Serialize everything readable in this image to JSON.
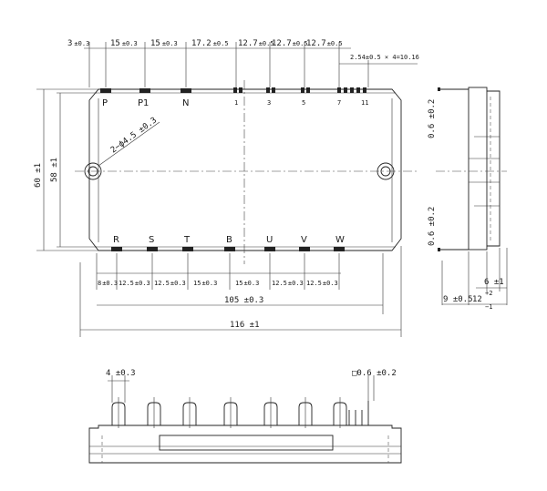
{
  "drawing": {
    "top_dims": [
      "3",
      "±0.3",
      "15",
      "±0.3",
      "15",
      "±0.3",
      "17.2",
      "±0.5",
      "12.7",
      "±0.5",
      "12.7",
      "±0.5",
      "12.7",
      "±0.5"
    ],
    "pitch_note": "2.54±0.5 × 4=10.16",
    "bottom_dims": [
      "8",
      "±0.3",
      "12.5",
      "±0.3",
      "12.5",
      "±0.3",
      "15",
      "±0.3",
      "15",
      "±0.3",
      "12.5",
      "±0.3",
      "12.5",
      "±0.3"
    ],
    "overall_105": "105 ±0.3",
    "overall_116": "116 ±1",
    "height_60": "60 ±1",
    "height_58": "58 ±1",
    "hole_note": "2−ϕ4.5 ±0.3",
    "pins_top": [
      "P",
      "P1",
      "N",
      "1",
      "3",
      "5",
      "7",
      "11"
    ],
    "pins_bottom": [
      "R",
      "S",
      "T",
      "B",
      "U",
      "V",
      "W"
    ],
    "side_top": "0.6 ±0.2",
    "side_bottom": "0.6 ±0.2",
    "side_6": "6 ±1",
    "side_9": "9 ±0.5",
    "side_12": "12",
    "side_12_tol_plus": "+2",
    "side_12_tol_minus": "−1",
    "front_4": "4 ±0.3",
    "front_sq": "□0.6 ±0.2"
  }
}
